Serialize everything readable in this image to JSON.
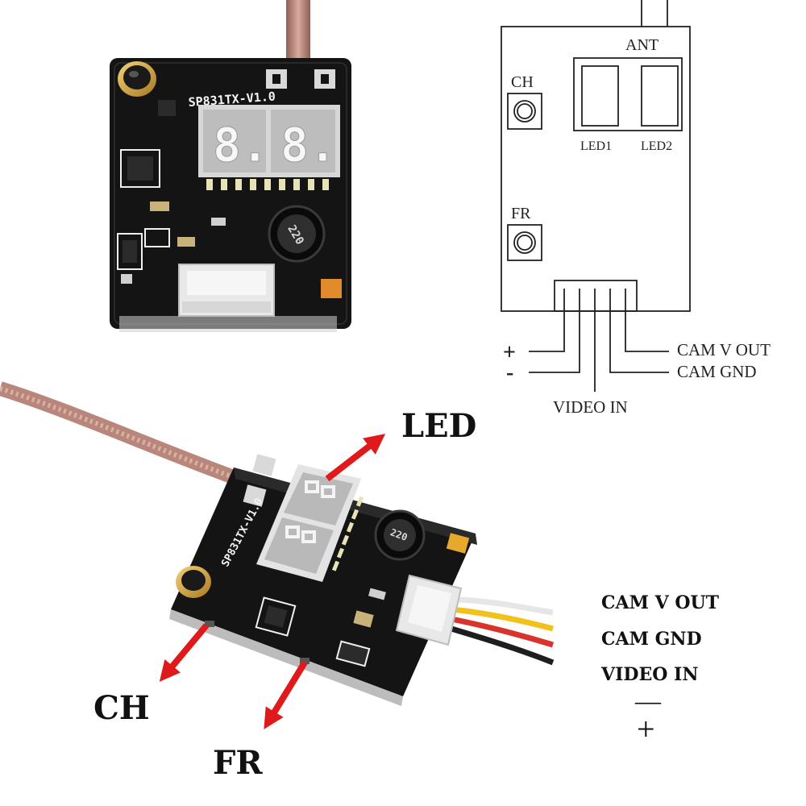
{
  "board_top": {
    "silkscreen": "SP831TX-V1.0",
    "seg_left": "8.",
    "seg_right": "8.",
    "inductor": "220"
  },
  "board_bottom": {
    "silkscreen": "SP831TX-V1.0",
    "inductor": "220"
  },
  "schematic": {
    "ant": "ANT",
    "ch": "CH",
    "fr": "FR",
    "led1": "LED1",
    "led2": "LED2",
    "plus": "+",
    "minus": "-",
    "cam_v_out": "CAM V OUT",
    "cam_gnd": "CAM GND",
    "video_in": "VIDEO IN"
  },
  "callouts": {
    "led": "LED",
    "ch": "CH",
    "fr": "FR"
  },
  "wire_legend": {
    "cam_v_out": "CAM  V  OUT",
    "cam_gnd": "CAM  GND",
    "video_in": "VIDEO  IN",
    "minus": "—",
    "plus": "+"
  },
  "colors": {
    "arrow": "#e0191b",
    "pcb": "#141414",
    "coax": "#b8867a",
    "wire_yellow": "#f2c21b",
    "wire_red": "#d8342b",
    "wire_black": "#1e1e1e",
    "wire_white": "#e6e6e6"
  }
}
